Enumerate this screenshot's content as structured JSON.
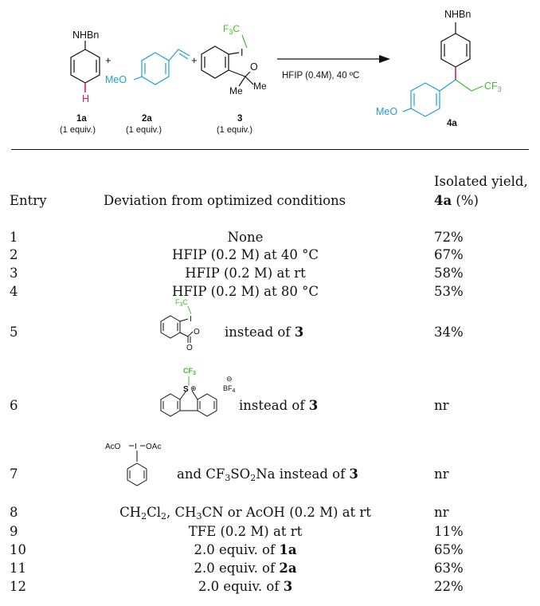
{
  "scheme": {
    "compound_1a": {
      "substituent": "NHBn",
      "h_label": "H",
      "label": "1a",
      "equiv": "(1 equiv.)"
    },
    "compound_2a": {
      "substituent": "MeO",
      "label": "2a",
      "equiv": "(1 equiv.)"
    },
    "compound_3": {
      "cf3_a": "F",
      "cf3_sub": "3",
      "cf3_c": "C",
      "iodine": "I",
      "oxygen": "O",
      "me1": "Me",
      "me2": "Me",
      "label": "3",
      "equiv": "(1 equiv.)"
    },
    "plus": "+",
    "conditions": "HFIP (0.4M), 40 ºC",
    "product_4a": {
      "nhbn": "NHBn",
      "meo": "MeO",
      "cf3": "CF",
      "cf3_sub": "3",
      "label": "4a"
    },
    "colors": {
      "red": "#e01e5a",
      "blue": "#1f9fd6",
      "green": "#3fbf2a"
    }
  },
  "table": {
    "headers": {
      "entry": "Entry",
      "deviation": "Deviation from optimized conditions",
      "yield_line1": "Isolated yield,",
      "yield_bold": "4a",
      "yield_rest": " (%)"
    },
    "rows": [
      {
        "entry": "1",
        "deviation": "None",
        "yield": "72%"
      },
      {
        "entry": "2",
        "deviation": "HFIP (0.2 M) at 40 °C",
        "yield": "67%"
      },
      {
        "entry": "3",
        "deviation": "HFIP (0.2 M) at rt",
        "yield": "58%"
      },
      {
        "entry": "4",
        "deviation": "HFIP (0.2 M) at 80 °C",
        "yield": "53%"
      },
      {
        "entry": "5",
        "deviation_pre": "instead of ",
        "deviation_bold": "3",
        "yield": "34%"
      },
      {
        "entry": "6",
        "deviation_pre": "instead of ",
        "deviation_bold": "3",
        "yield": "nr"
      },
      {
        "entry": "7",
        "deviation_pre": "and CF",
        "sub3": "3",
        "deviation_mid": "SO",
        "sub2": "2",
        "deviation_post": "Na instead of ",
        "deviation_bold": "3",
        "yield": "nr"
      },
      {
        "entry": "8",
        "deviation": "CH2Cl2, CH3CN or AcOH (0.2 M) at rt",
        "yield": "nr"
      },
      {
        "entry": "9",
        "deviation": "TFE (0.2 M) at rt",
        "yield": "11%"
      },
      {
        "entry": "10",
        "deviation_pre": "2.0 equiv. of ",
        "deviation_bold": "1a",
        "yield": "65%"
      },
      {
        "entry": "11",
        "deviation_pre": "2.0 equiv. of ",
        "deviation_bold": "2a",
        "yield": "63%"
      },
      {
        "entry": "12",
        "deviation_pre": "2.0 equiv. of ",
        "deviation_bold": "3",
        "yield": "22%"
      }
    ],
    "structures": {
      "row5": {
        "cf3_a": "F",
        "cf3_sub": "3",
        "cf3_c": "C",
        "iodine": "I",
        "oxygen": "O",
        "carbonyl_o": "O"
      },
      "row6": {
        "cf3": "CF",
        "cf3_sub": "3",
        "sulfur": "S",
        "charge": "⊕",
        "anion_charge": "⊖",
        "anion": "BF",
        "anion_sub": "4"
      },
      "row7": {
        "acoi_left": "AcO",
        "iodine": "I",
        "acoi_right": "OAc"
      }
    }
  }
}
